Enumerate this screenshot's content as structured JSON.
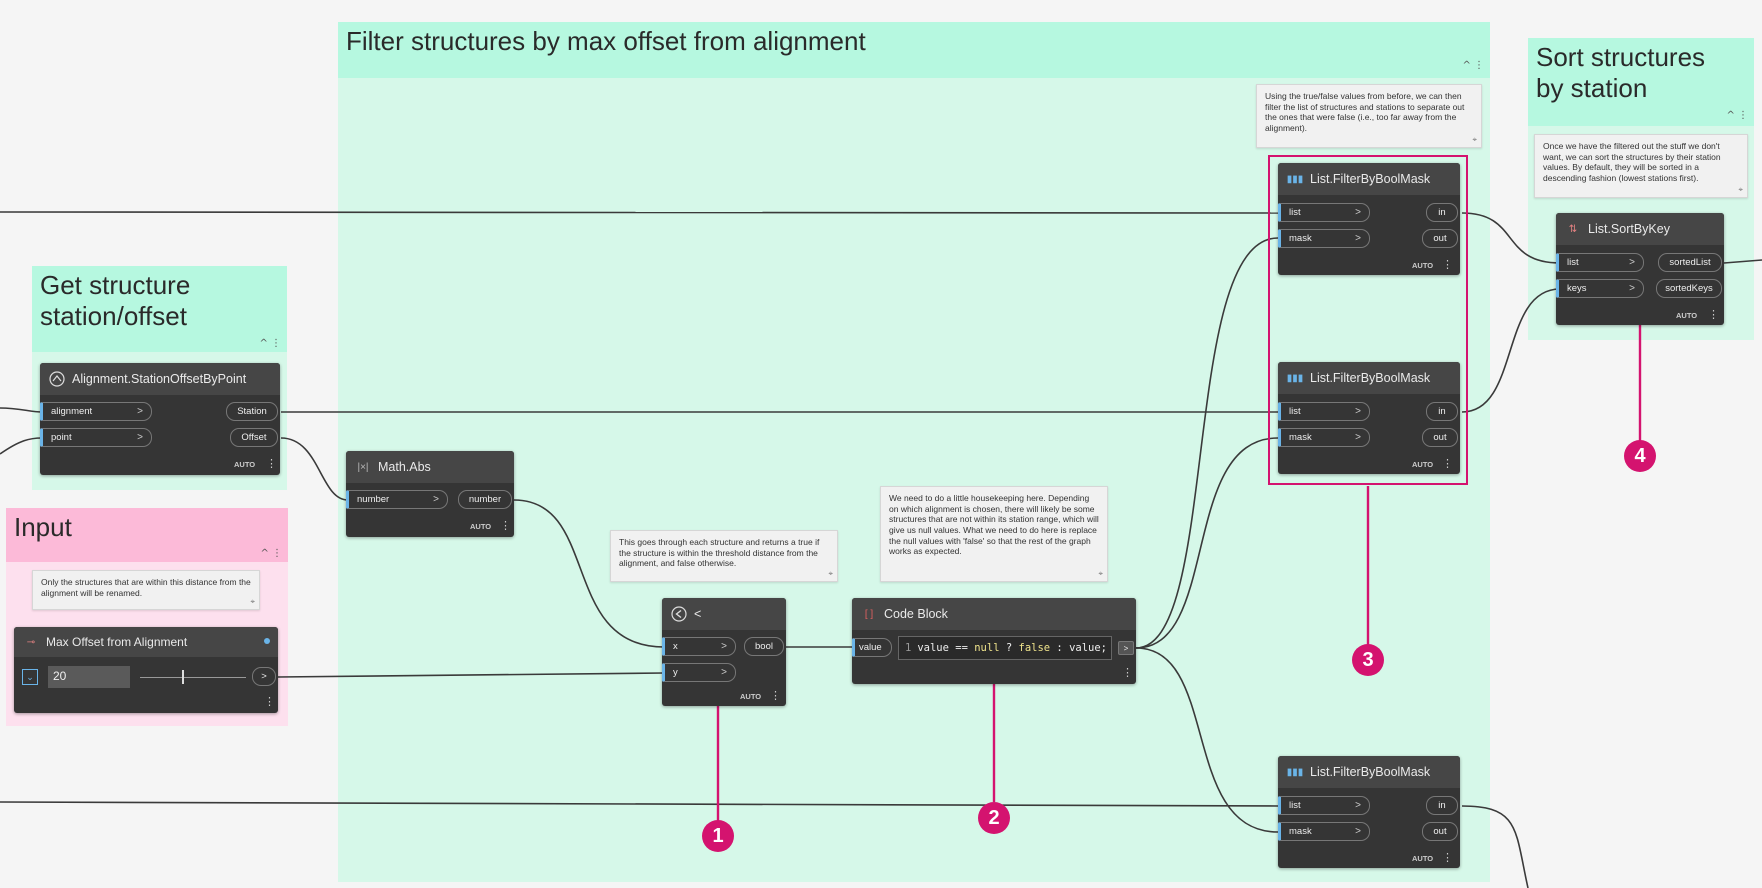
{
  "groups": {
    "filter": {
      "title": "Filter structures by max offset from alignment",
      "collapse": "^ ⋮"
    },
    "sort": {
      "title": "Sort structures\nby station",
      "collapse": "^ ⋮"
    },
    "station": {
      "title": "Get structure\nstation/offset",
      "collapse": "^ ⋮"
    },
    "input": {
      "title": "Input",
      "collapse": "^ ⋮"
    }
  },
  "notes": {
    "filter_mask": "Using the true/false values from before, we can then filter the list of structures and stations to separate out the ones that were false (i.e., too far away from the alignment).",
    "sort": "Once we have the filtered out the stuff we don't want, we can sort the structures by their station values. By default, they will be sorted in a descending fashion (lowest stations first).",
    "input": "Only the structures that are within this distance from the alignment will be renamed.",
    "less_than": "This goes through each structure and returns a true if the structure is within the threshold distance from the alignment, and false otherwise.",
    "code_block": "We need to do a little housekeeping here. Depending on which alignment is chosen, there will likely be some structures that are not within its station range, which will give us null values. What we need to do here is replace the null values with 'false' so that the rest of the graph works as expected.",
    "pin": "⌖"
  },
  "nodes": {
    "station_offset": {
      "title": "Alignment.StationOffsetByPoint",
      "inputs": [
        "alignment",
        "point"
      ],
      "outputs": [
        "Station",
        "Offset"
      ],
      "lacing": "AUTO"
    },
    "math_abs": {
      "title": "Math.Abs",
      "inputs": [
        "number"
      ],
      "outputs": [
        "number"
      ],
      "lacing": "AUTO"
    },
    "less_than": {
      "title": "<",
      "inputs": [
        "x",
        "y"
      ],
      "outputs": [
        "bool"
      ],
      "lacing": "AUTO"
    },
    "code_block": {
      "title": "Code Block",
      "input": "value",
      "line_number": "1",
      "code_parts": [
        "value == ",
        "null",
        " ? ",
        "false",
        " : value;"
      ],
      "output": ">"
    },
    "slider": {
      "title": "Max Offset from Alignment",
      "value": "20",
      "output": ">"
    },
    "filter1": {
      "title": "List.FilterByBoolMask",
      "inputs": [
        "list",
        "mask"
      ],
      "outputs": [
        "in",
        "out"
      ],
      "lacing": "AUTO"
    },
    "filter2": {
      "title": "List.FilterByBoolMask",
      "inputs": [
        "list",
        "mask"
      ],
      "outputs": [
        "in",
        "out"
      ],
      "lacing": "AUTO"
    },
    "filter3": {
      "title": "List.FilterByBoolMask",
      "inputs": [
        "list",
        "mask"
      ],
      "outputs": [
        "in",
        "out"
      ],
      "lacing": "AUTO"
    },
    "sort_by_key": {
      "title": "List.SortByKey",
      "inputs": [
        "list",
        "keys"
      ],
      "outputs": [
        "sortedList",
        "sortedKeys"
      ],
      "lacing": "AUTO"
    }
  },
  "callouts": [
    "1",
    "2",
    "3",
    "4"
  ],
  "port_arrow": ">",
  "menu_dots": "⋮",
  "colors": {
    "group_green": "#d6f8e9",
    "group_green_header": "#b6f8e0",
    "group_pink": "#fde0ee",
    "group_pink_header": "#fcbad8",
    "node_body": "#353535",
    "node_header": "#464646",
    "callout": "#d4136f",
    "port_marker": "#6ab4e8",
    "wire": "#3a3a3a"
  },
  "icons": {
    "station_offset": "alignment-node-icon",
    "math_abs": "math-abs-icon",
    "less_than": "less-than-icon",
    "code_block": "code-block-icon",
    "slider": "slider-icon",
    "filter": "list-filter-icon",
    "sort": "list-sort-icon"
  }
}
